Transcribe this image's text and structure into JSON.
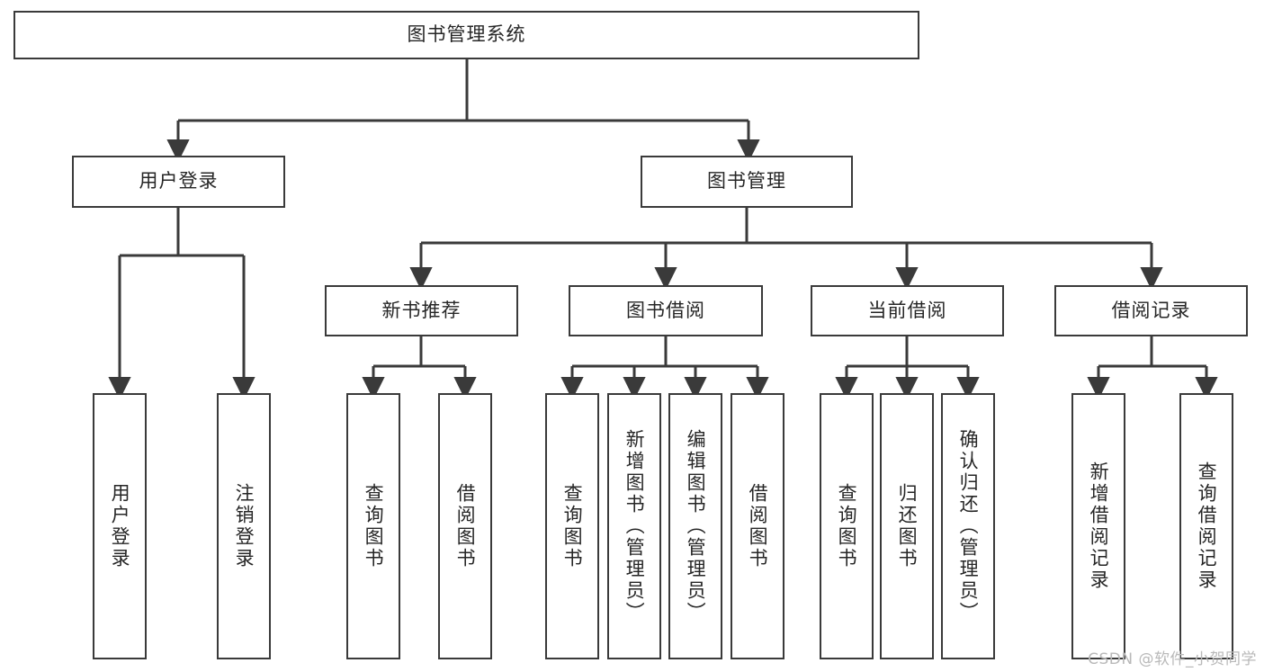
{
  "diagram": {
    "title": "图书管理系统",
    "type": "tree",
    "watermark": "CSDN @软件_小贺同学",
    "colors": {
      "box_border": "#3a3a3a",
      "box_fill": "#ffffff",
      "text": "#262626",
      "edge": "#3a3a3a",
      "watermark": "#b9b9b9",
      "background": "#ffffff"
    },
    "nodes": {
      "root": {
        "label": "图书管理系统",
        "level": 0
      },
      "user_login": {
        "label": "用户登录",
        "level": 1
      },
      "book_manage": {
        "label": "图书管理",
        "level": 1
      },
      "new_book_rec": {
        "label": "新书推荐",
        "level": 2
      },
      "book_borrow": {
        "label": "图书借阅",
        "level": 2
      },
      "current_borrow": {
        "label": "当前借阅",
        "level": 2
      },
      "borrow_record": {
        "label": "借阅记录",
        "level": 2
      },
      "leaf_user_login": {
        "label": "用户登录",
        "level": 3
      },
      "leaf_logout": {
        "label": "注销登录",
        "level": 3
      },
      "leaf_query_book_1": {
        "label": "查询图书",
        "level": 3
      },
      "leaf_borrow_book_1": {
        "label": "借阅图书",
        "level": 3
      },
      "leaf_query_book_2": {
        "label": "查询图书",
        "level": 3
      },
      "leaf_add_book": {
        "label": "新增图书（管理员）",
        "level": 3
      },
      "leaf_edit_book": {
        "label": "编辑图书（管理员）",
        "level": 3
      },
      "leaf_borrow_book_2": {
        "label": "借阅图书",
        "level": 3
      },
      "leaf_query_book_3": {
        "label": "查询图书",
        "level": 3
      },
      "leaf_return_book": {
        "label": "归还图书",
        "level": 3
      },
      "leaf_confirm_return": {
        "label": "确认归还（管理员）",
        "level": 3
      },
      "leaf_add_record": {
        "label": "新增借阅记录",
        "level": 3
      },
      "leaf_query_record": {
        "label": "查询借阅记录",
        "level": 3
      }
    }
  }
}
